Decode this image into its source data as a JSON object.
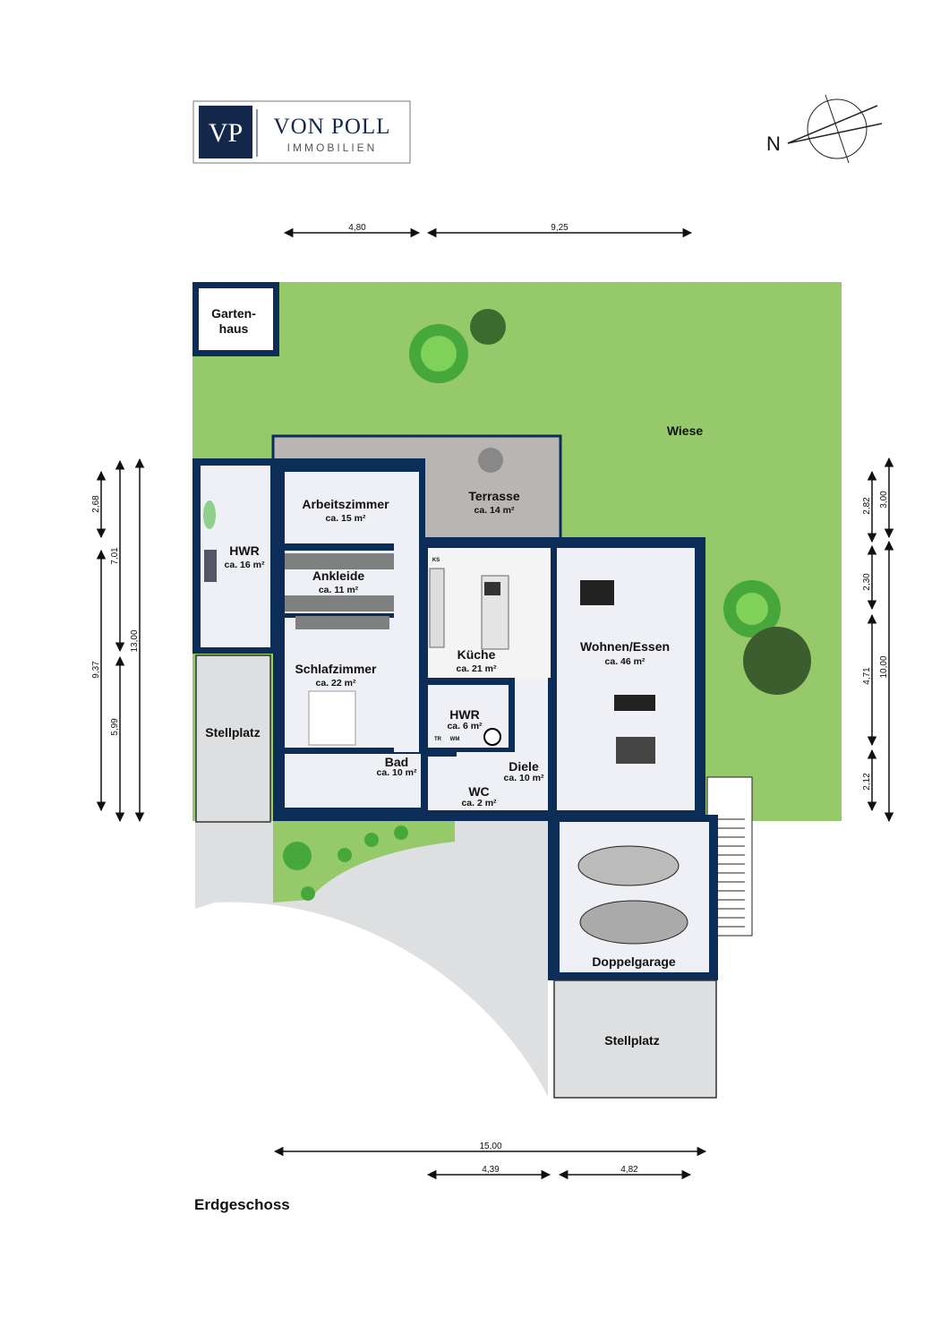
{
  "logo": {
    "monogram": "VP",
    "name": "VON POLL",
    "sub": "IMMOBILIEN"
  },
  "compass": {
    "label": "N"
  },
  "floor_title": "Erdgeschoss",
  "colors": {
    "wall": "#0c2d57",
    "lawn": "#95c96a",
    "room": "#eef0f5",
    "paving": "#dedfe1",
    "terrace": "#b9b5b2"
  },
  "outdoor": {
    "lawn": "Wiese"
  },
  "rooms": {
    "gartenhaus": {
      "name_1": "Garten-",
      "name_2": "haus"
    },
    "hwr_large": {
      "name": "HWR",
      "area": "ca. 16 m²"
    },
    "stellplatz_left": {
      "name": "Stellplatz"
    },
    "arbeitszimmer": {
      "name": "Arbeitszimmer",
      "area": "ca. 15 m²"
    },
    "terrasse": {
      "name": "Terrasse",
      "area": "ca. 14 m²"
    },
    "ankleide": {
      "name": "Ankleide",
      "area": "ca. 11 m²"
    },
    "schlafzimmer": {
      "name": "Schlafzimmer",
      "area": "ca. 22 m²"
    },
    "bad": {
      "name": "Bad",
      "area": "ca. 10 m²"
    },
    "kueche": {
      "name": "Küche",
      "area": "ca. 21 m²"
    },
    "hwr_small": {
      "name": "HWR",
      "area": "ca. 6 m²",
      "tr": "TR",
      "wm": "WM"
    },
    "wc": {
      "name": "WC",
      "area": "ca. 2 m²"
    },
    "diele": {
      "name": "Diele",
      "area": "ca. 10 m²"
    },
    "wohnen": {
      "name": "Wohnen/Essen",
      "area": "ca. 46 m²"
    },
    "doppelgarage": {
      "name": "Doppelgarage"
    },
    "stellplatz_bottom": {
      "name": "Stellplatz"
    },
    "ks": "KS"
  },
  "dimensions": {
    "top": [
      "4,80",
      "9,25"
    ],
    "bottom": [
      "15,00",
      "4,39",
      "4,82"
    ],
    "left": [
      "2,68",
      "9,37",
      "7,01",
      "5,99",
      "13,00"
    ],
    "right": [
      "2,82",
      "2,30",
      "4,71",
      "2,12",
      "3,00",
      "10,00"
    ]
  }
}
